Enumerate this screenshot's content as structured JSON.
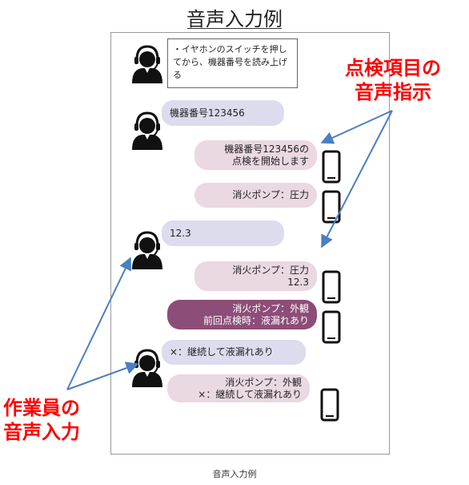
{
  "title": "音声入力例",
  "caption": "音声入力例",
  "intro_note": "・イヤホンのスイッチを押してから、機器番号を読み上げる",
  "callouts": {
    "system": "点検項目の\n音声指示",
    "worker": "作業員の\n音声入力"
  },
  "bubbles": {
    "op_device_number": "機器番号123456",
    "sys_start_inspection": "機器番号123456の\n点検を開始します",
    "sys_pump_pressure": "消火ポンプ：圧力",
    "op_value": "12.3",
    "sys_pump_pressure_confirm": "消火ポンプ：圧力\n12.3",
    "sys_pump_exterior_previous": "消火ポンプ：外観\n前回点検時：液漏れあり",
    "op_leak_continues": "×：継続して液漏れあり",
    "sys_pump_exterior_confirm": "消火ポンプ：外観\n×：継続して液漏れあり"
  },
  "icons": {
    "operator": "headset-operator-icon",
    "device": "smartphone-icon"
  },
  "colors": {
    "callout": "#ff0000",
    "arrow": "#4a7fc1",
    "operator_bubble": "#dcdcee",
    "system_bubble": "#ead8e2",
    "alert_bubble": "#8d4d79"
  }
}
